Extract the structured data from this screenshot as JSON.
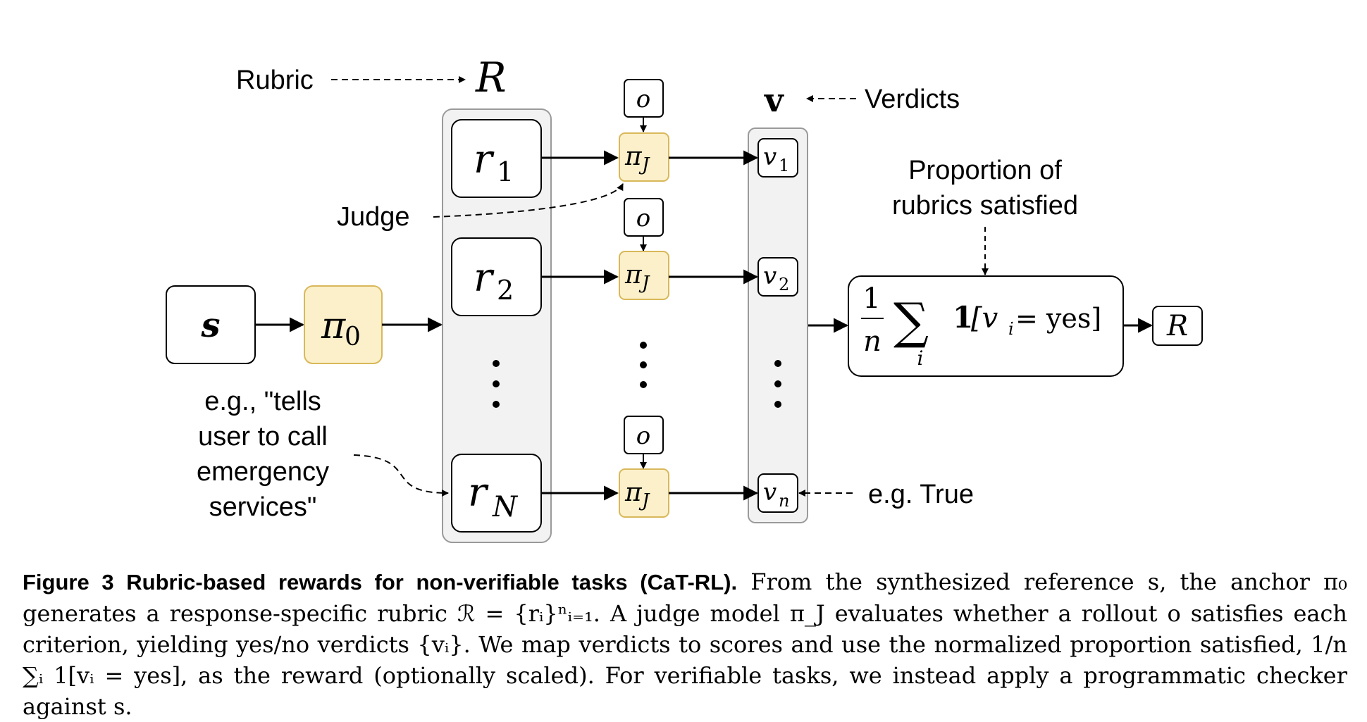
{
  "labels": {
    "rubric": "Rubric",
    "rubric_symbol": "R",
    "judge": "Judge",
    "verdicts": "Verdicts",
    "verdict_symbol": "v",
    "proportion_line1": "Proportion of",
    "proportion_line2": "rubrics satisfied",
    "example_lines": [
      "e.g., \"tells",
      "user to call",
      "emergency",
      "services\""
    ],
    "example_true": "e.g. True"
  },
  "nodes": {
    "state": "s",
    "anchor_pi": "π",
    "anchor_sub": "0",
    "rubrics": [
      {
        "base": "r",
        "sub": "1"
      },
      {
        "base": "r",
        "sub": "2"
      },
      {
        "base": "r",
        "sub": "N"
      }
    ],
    "rollout": "o",
    "judge_pi": "π",
    "judge_sub": "J",
    "verdicts": [
      {
        "base": "v",
        "sub": "1"
      },
      {
        "base": "v",
        "sub": "2"
      },
      {
        "base": "v",
        "sub": "n"
      }
    ],
    "formula": {
      "frac_num": "1",
      "frac_den": "n",
      "sigma": "∑",
      "sigma_sub": "i",
      "indicator": "1",
      "bracket_text": "[v",
      "bracket_sub": "i",
      "bracket_tail": " = yes]"
    },
    "reward": "R"
  },
  "colors": {
    "accent_fill": "#fbf0c9",
    "accent_stroke": "#d9b85a",
    "panel_fill": "#f2f2f2",
    "panel_stroke": "#9a9a9a"
  },
  "caption": {
    "head": "Figure 3  Rubric-based rewards for non-verifiable tasks (CaT-RL).",
    "body": " From the synthesized reference s, the anchor π₀ generates a response-specific rubric ℛ = {rᵢ}ⁿᵢ₌₁. A judge model π_J evaluates whether a rollout o satisfies each criterion, yielding yes/no verdicts {vᵢ}. We map verdicts to scores and use the normalized proportion satisfied, 1/n ∑ᵢ 1[vᵢ = yes], as the reward (optionally scaled). For verifiable tasks, we instead apply a programmatic checker against s."
  }
}
